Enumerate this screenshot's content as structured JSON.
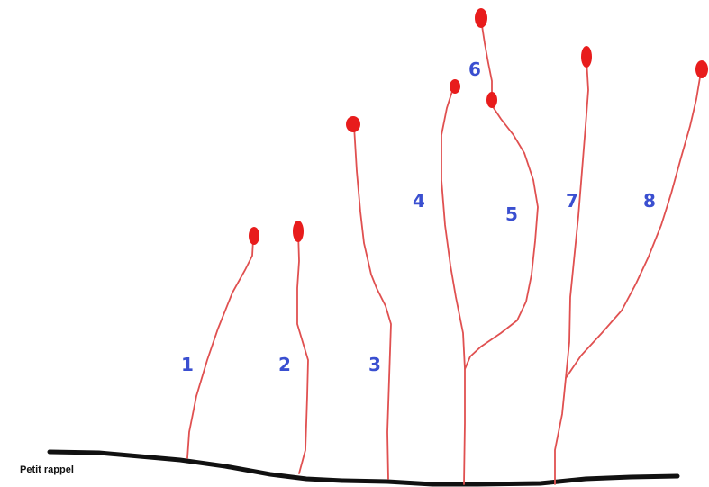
{
  "caption": "Petit rappel",
  "stems": [
    {
      "label": "1"
    },
    {
      "label": "2"
    },
    {
      "label": "3"
    },
    {
      "label": "4"
    },
    {
      "label": "5"
    },
    {
      "label": "6"
    },
    {
      "label": "7"
    },
    {
      "label": "8"
    }
  ],
  "colors": {
    "stem": "#e05050",
    "bud": "#e81c1c",
    "label": "#3a4fd0",
    "ground": "#111111"
  }
}
